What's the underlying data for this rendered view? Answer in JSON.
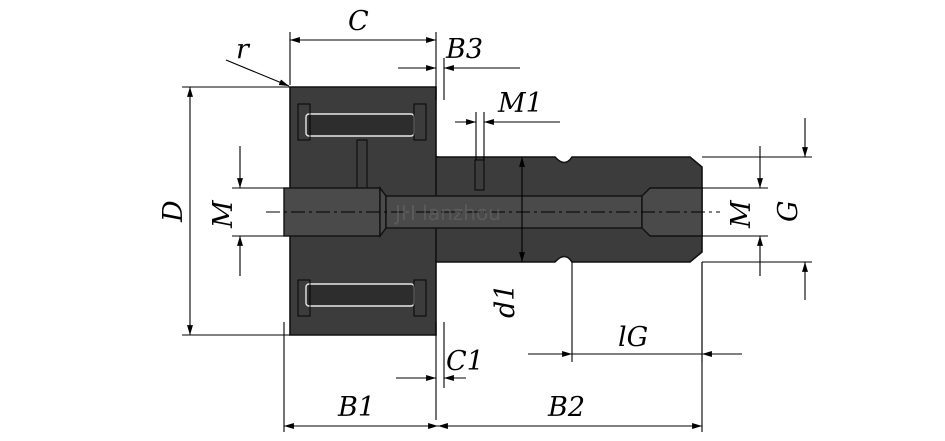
{
  "labels": {
    "C": "C",
    "r": "r",
    "B3": "B3",
    "M1": "M1",
    "D": "D",
    "M_left": "M",
    "M_right": "M",
    "G": "G",
    "d1": "d1",
    "lG": "lG",
    "C1": "C1",
    "B1": "B1",
    "B2": "B2"
  },
  "watermark": "JH  lanzhou",
  "colors": {
    "body": "#3c3c3c",
    "outline": "#111111",
    "dimension": "#000000",
    "background": "#ffffff"
  }
}
